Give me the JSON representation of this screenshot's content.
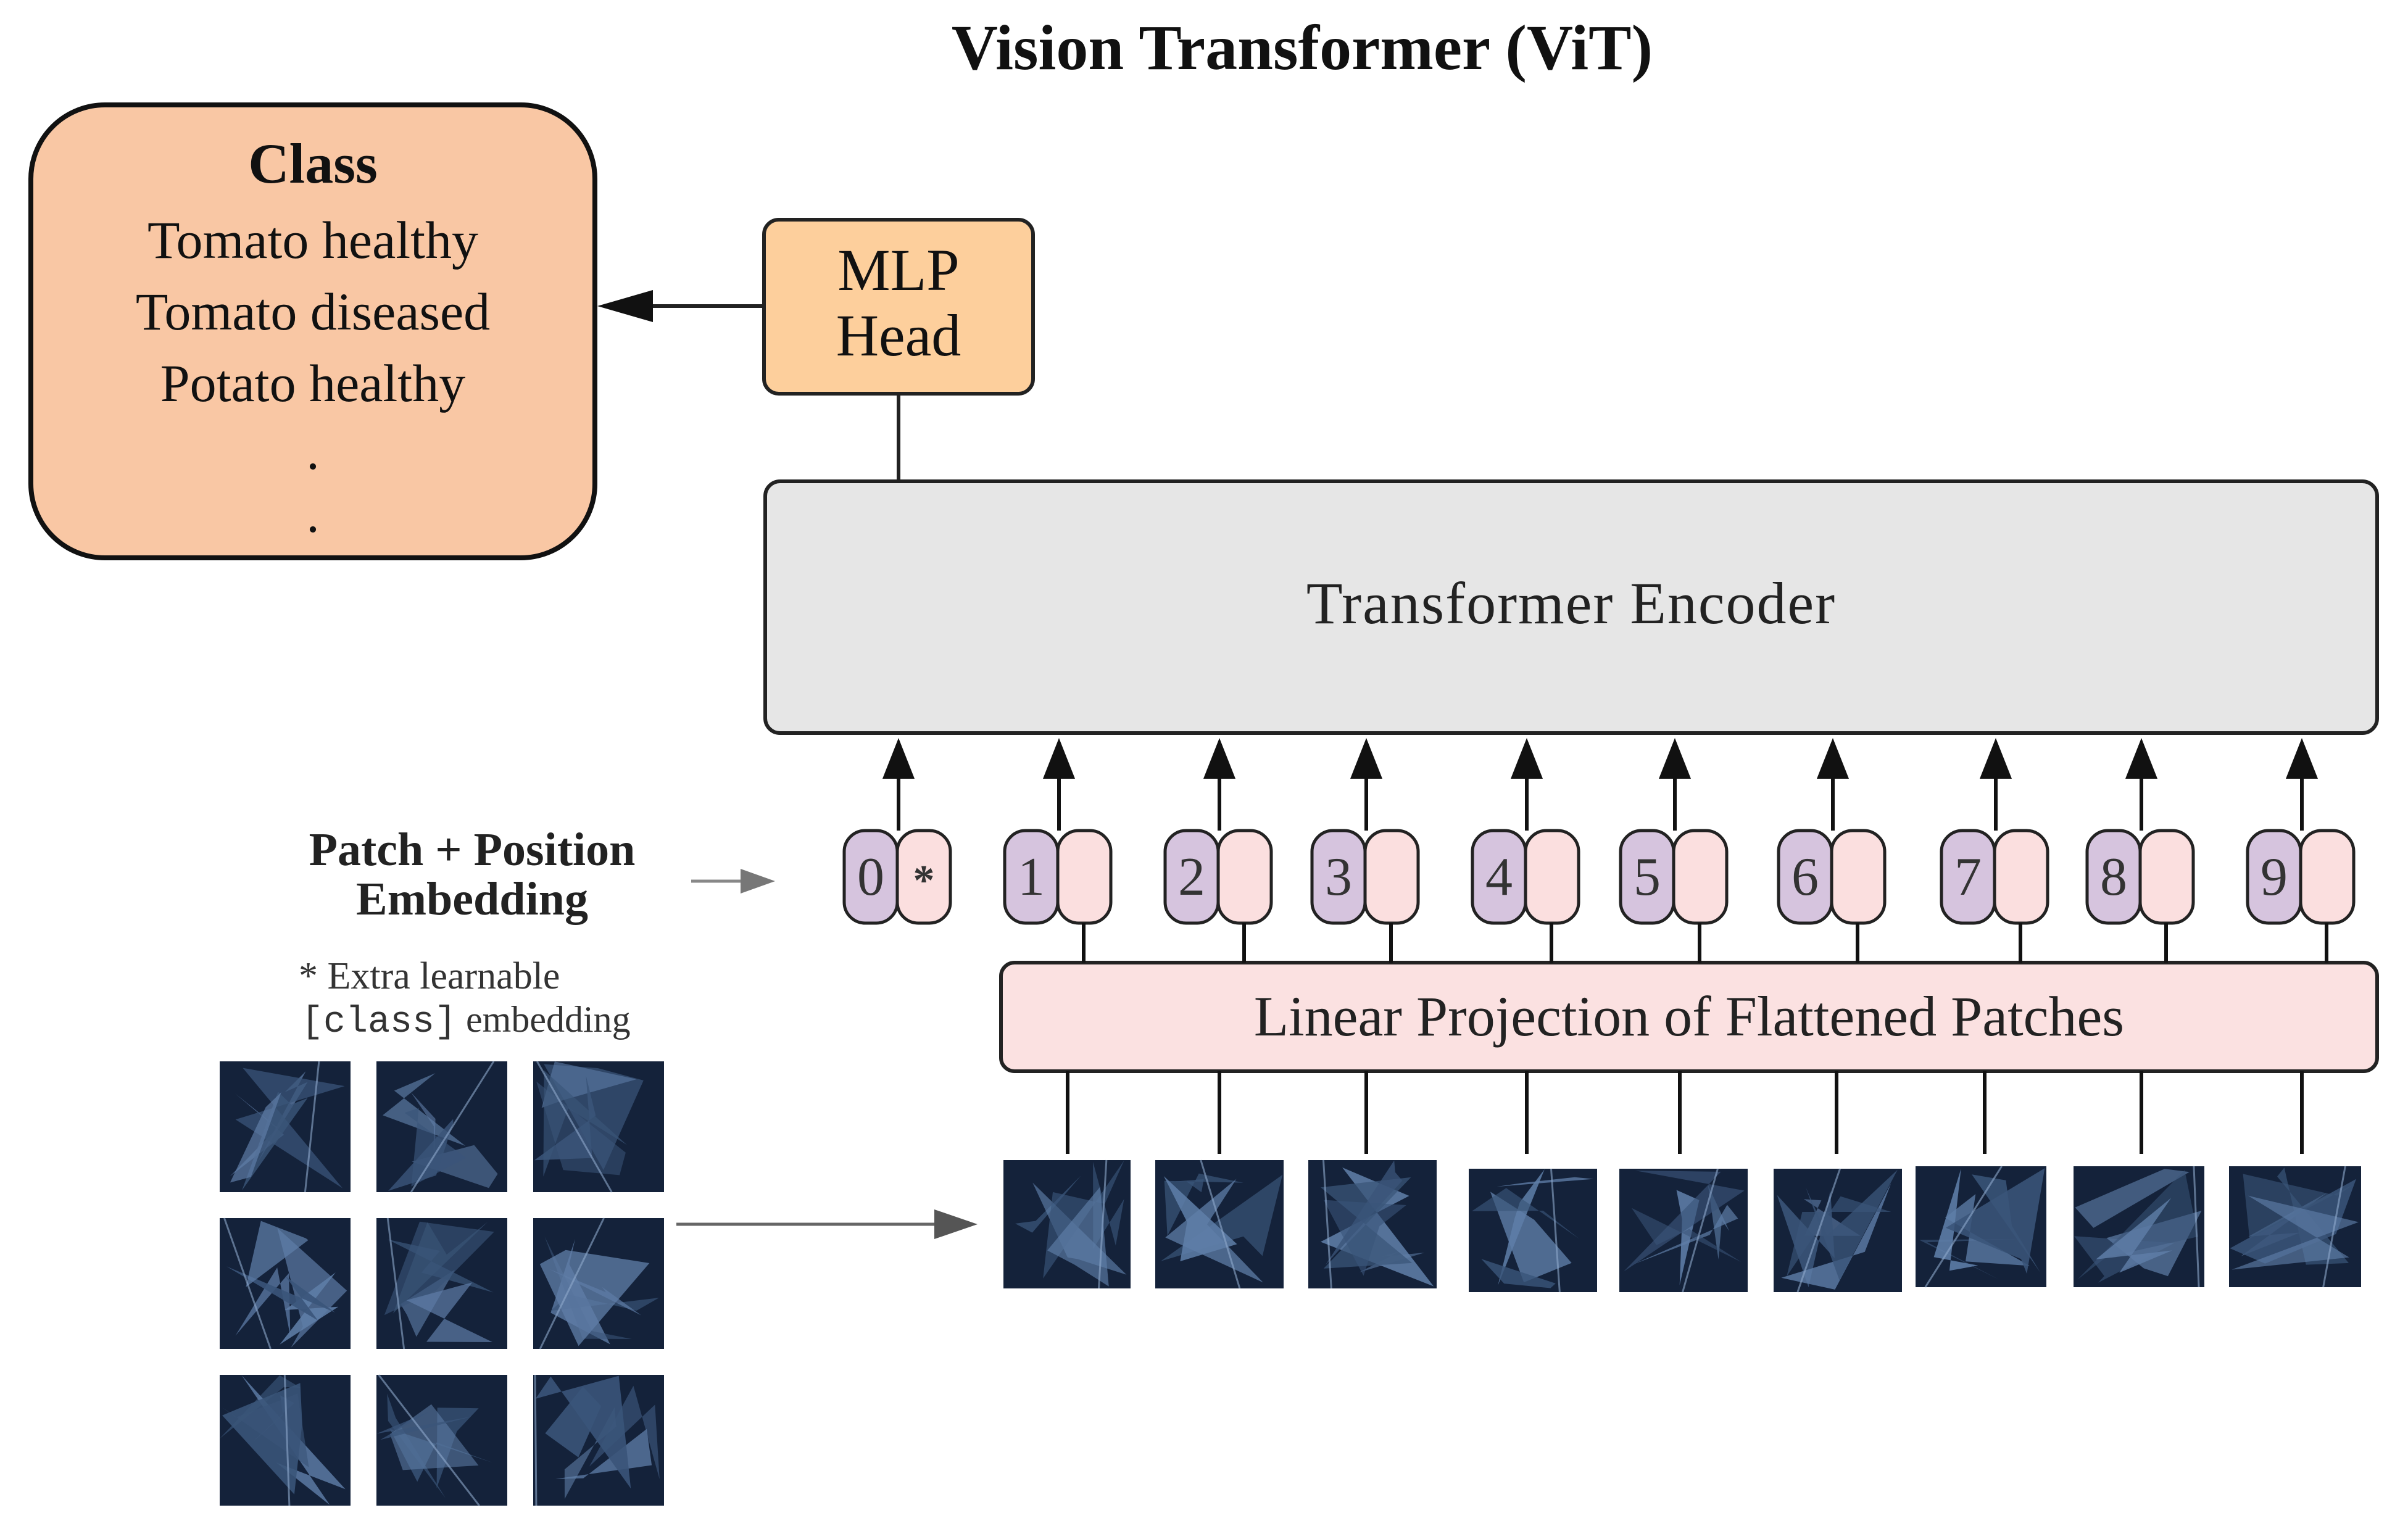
{
  "title": "Vision Transformer (ViT)",
  "class_box": {
    "heading": "Class",
    "items": [
      "Tomato healthy",
      "Tomato diseased",
      "Potato healthy",
      ".",
      "."
    ]
  },
  "mlp_head": {
    "line1": "MLP",
    "line2": "Head"
  },
  "encoder": {
    "label": "Transformer Encoder"
  },
  "embedding_label": {
    "line1": "Patch + Position",
    "line2": "Embedding"
  },
  "note": {
    "line1": "* Extra learnable",
    "line2_code": "[class]",
    "line2_rest": " embedding"
  },
  "tokens": [
    "0",
    "1",
    "2",
    "3",
    "4",
    "5",
    "6",
    "7",
    "8",
    "9"
  ],
  "class_token_marker": "*",
  "projection": {
    "label": "Linear Projection of Flattened Patches"
  },
  "colors": {
    "class_fill": "#f9c7a4",
    "mlp_fill": "#fdcf9c",
    "encoder_fill": "#e6e6e6",
    "position_fill": "#d6c4de",
    "patch_embed_fill": "#fbdfdf",
    "projection_fill": "#fbe1e1",
    "patch_dark": "#14223a",
    "patch_light": "#5f7ea8"
  }
}
